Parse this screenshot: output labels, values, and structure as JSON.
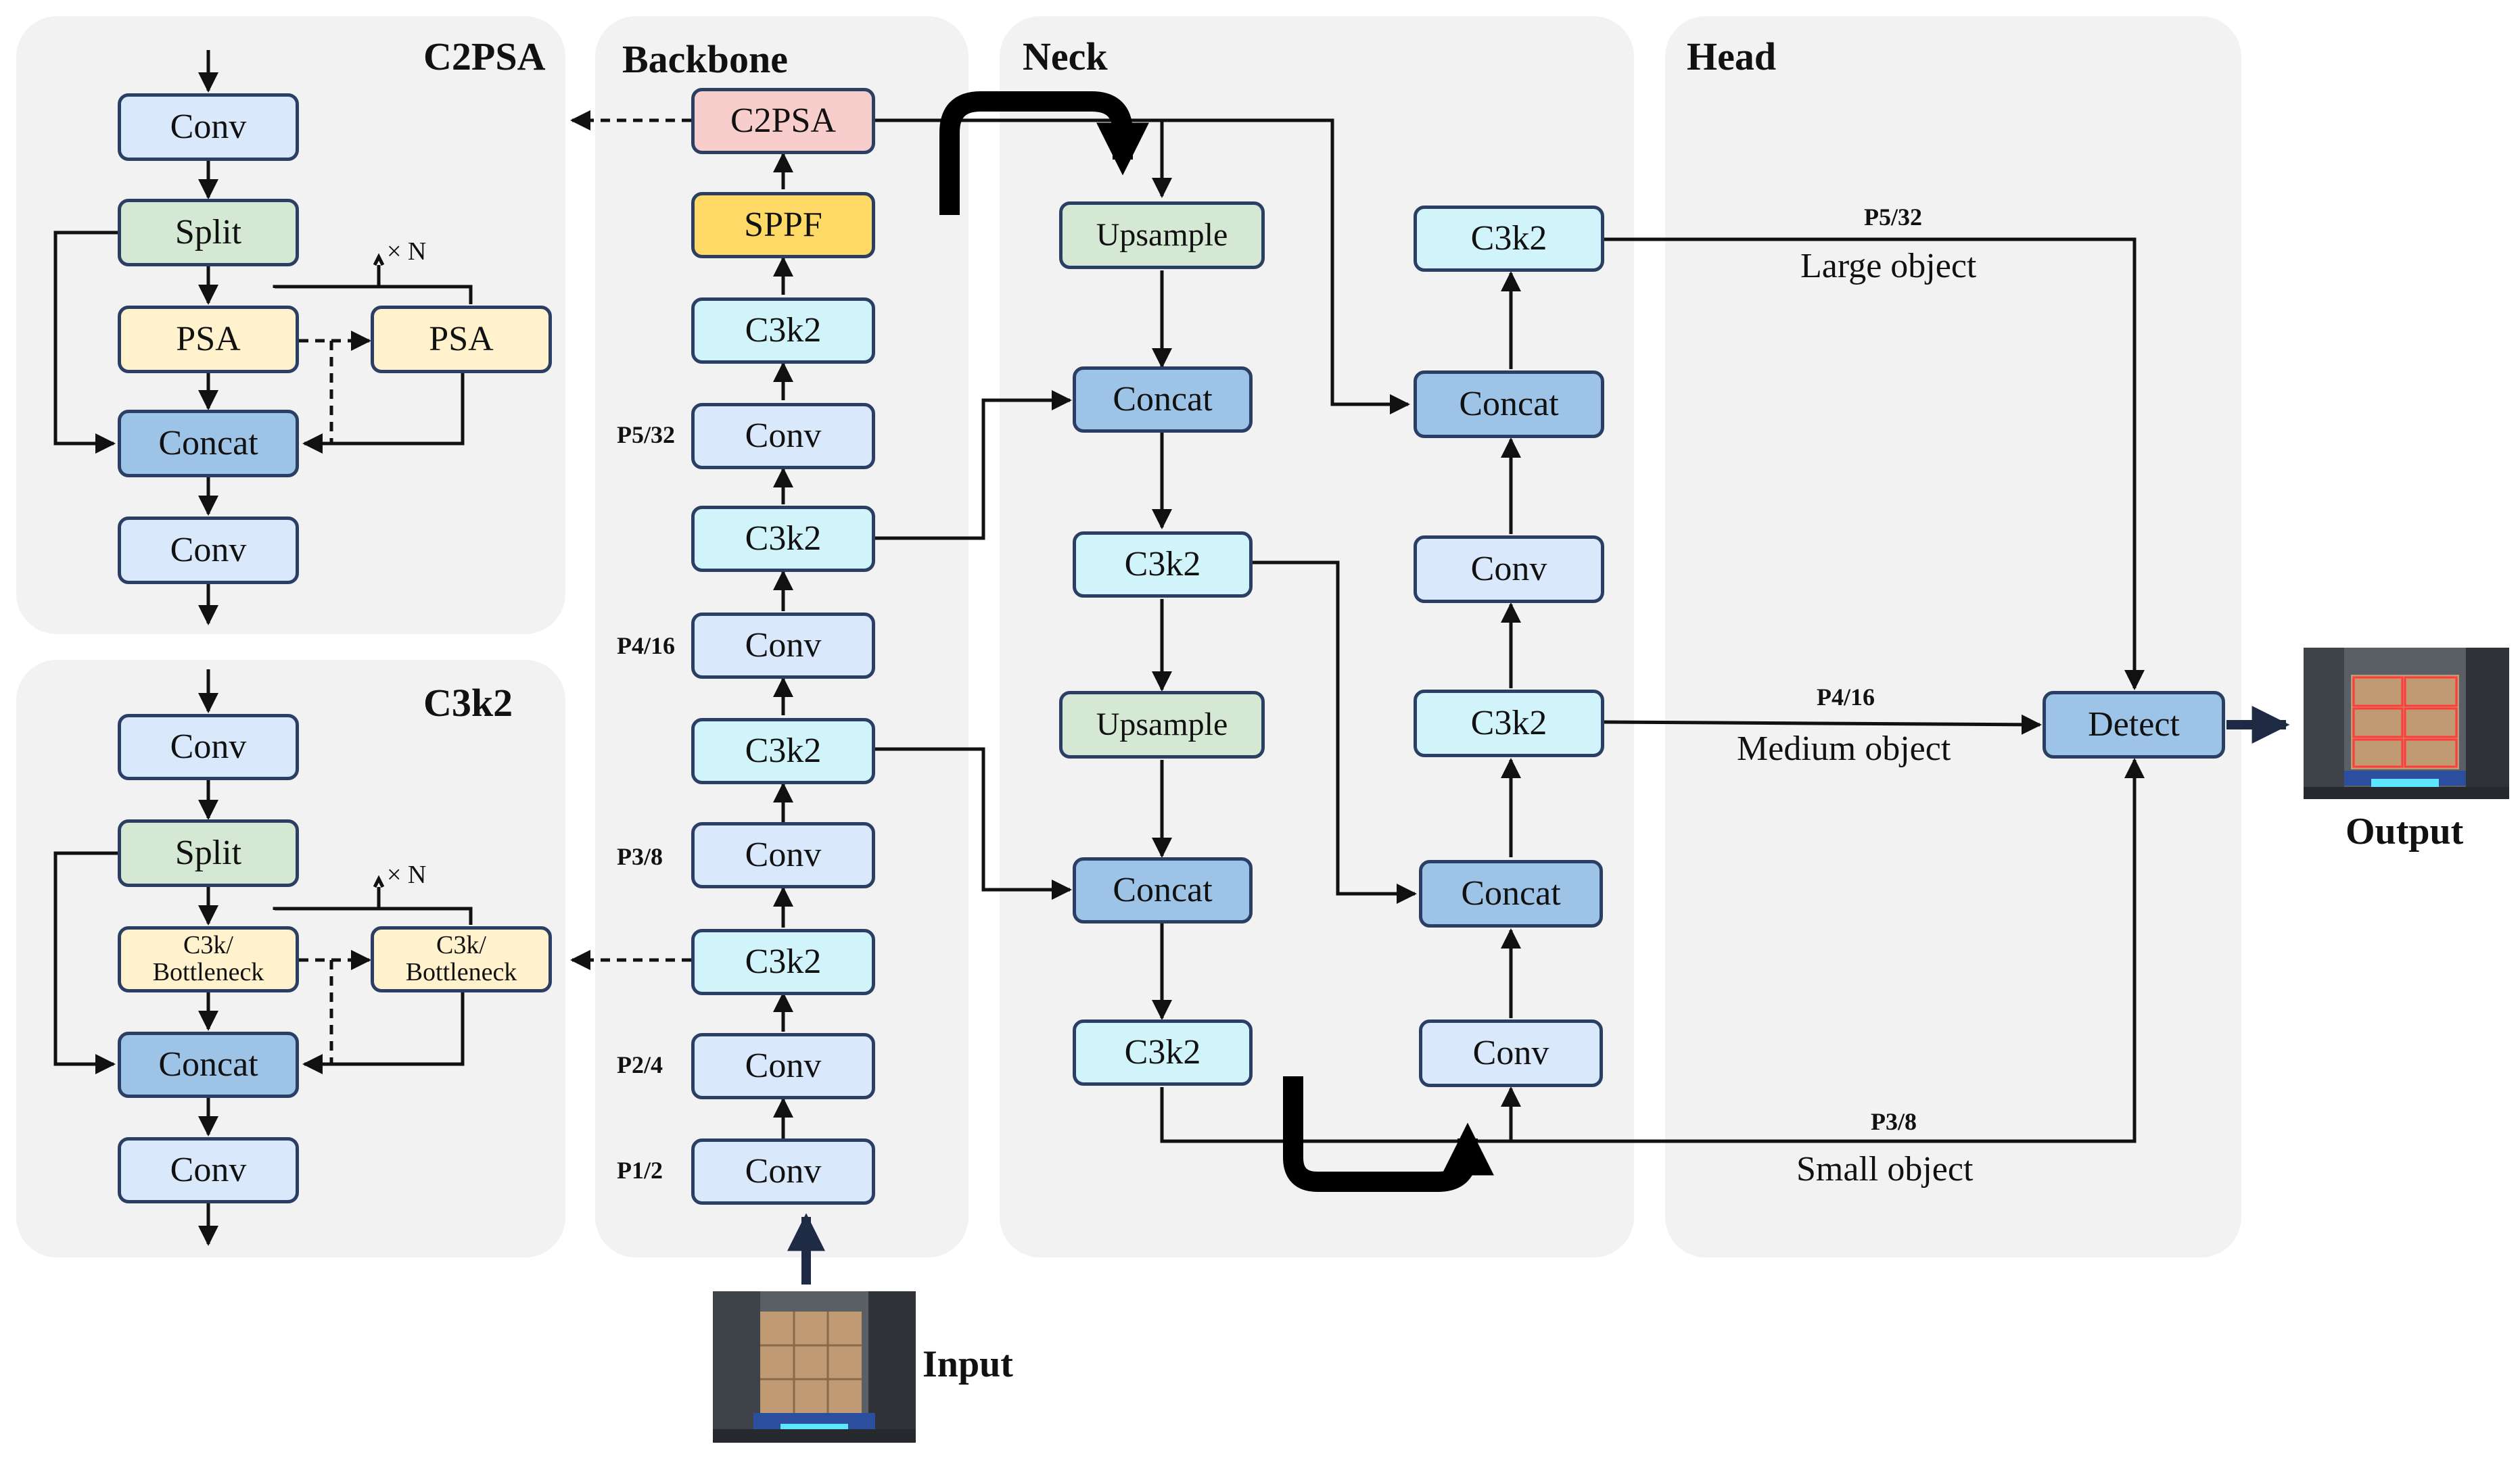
{
  "panels": {
    "c2psa": "C2PSA",
    "backbone": "Backbone",
    "neck": "Neck",
    "head": "Head",
    "c3k2": "C3k2"
  },
  "c2psa_block": {
    "conv_top": "Conv",
    "split": "Split",
    "psa_1": "PSA",
    "psa_2": "PSA",
    "repeat": "× N",
    "concat": "Concat",
    "conv_bottom": "Conv"
  },
  "c3k2_block": {
    "conv_top": "Conv",
    "split": "Split",
    "bottleneck_1": "C3k/\nBottleneck",
    "bottleneck_2": "C3k/\nBottleneck",
    "repeat": "× N",
    "concat": "Concat",
    "conv_bottom": "Conv"
  },
  "backbone": {
    "c2psa": "C2PSA",
    "sppf": "SPPF",
    "c3k2_top": "C3k2",
    "conv_p5": "Conv",
    "c3k2_p4out": "C3k2",
    "conv_p4": "Conv",
    "c3k2_p3out": "C3k2",
    "conv_p3": "Conv",
    "c3k2_low": "C3k2",
    "conv_p2": "Conv",
    "conv_p1": "Conv",
    "scale_p5": "P5/32",
    "scale_p4": "P4/16",
    "scale_p3": "P3/8",
    "scale_p2": "P2/4",
    "scale_p1": "P1/2"
  },
  "neck": {
    "upsample_1": "Upsample",
    "concat_1": "Concat",
    "c3k2_1": "C3k2",
    "upsample_2": "Upsample",
    "concat_2": "Concat",
    "c3k2_2": "C3k2",
    "c3k2_out_p5": "C3k2",
    "concat_p5": "Concat",
    "conv_2": "Conv",
    "c3k2_out_p4": "C3k2",
    "concat_p4": "Concat",
    "conv_1": "Conv"
  },
  "head": {
    "detect": "Detect",
    "p5_label": "P5/32",
    "p5_desc": "Large object",
    "p4_label": "P4/16",
    "p4_desc": "Medium object",
    "p3_label": "P3/8",
    "p3_desc": "Small object"
  },
  "io": {
    "input": "Input",
    "output": "Output"
  }
}
